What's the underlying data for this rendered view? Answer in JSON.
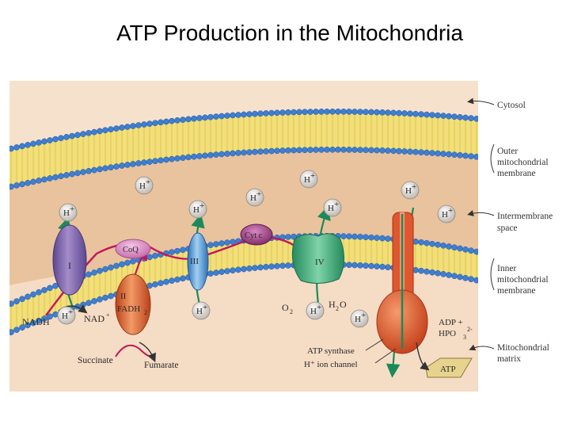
{
  "title": "ATP Production in the Mitochondria",
  "colors": {
    "cytosol": "#f6e2cc",
    "intermembrane": "#e9c39d",
    "matrix": "#f5dcc5",
    "lipid_head": "#3f7ed0",
    "lipid_tail": "#f2df7a",
    "electron_path": "#c2185b",
    "proton_arrow": "#1b8a5a",
    "complex_I": "#8a6db3",
    "complex_II": "#e0622e",
    "coq": "#d98bc2",
    "complex_III": "#5aa4de",
    "cytc": "#a33d8a",
    "complex_IV": "#3fae7d",
    "atp_synthase": "#e0562e",
    "atp_badge": "#e7d38d"
  },
  "side_labels": {
    "cytosol": [
      "Cytosol"
    ],
    "outer_membrane": [
      "Outer",
      "mitochondrial",
      "membrane"
    ],
    "intermembrane_space": [
      "Intermembrane",
      "space"
    ],
    "inner_membrane": [
      "Inner",
      "mitochondrial",
      "membrane"
    ],
    "matrix": [
      "Mitochondrial",
      "matrix"
    ]
  },
  "complexes": {
    "complex_I": "I",
    "complex_II": [
      "II",
      "FADH",
      "2"
    ],
    "coq": "CoQ",
    "complex_III": "III",
    "cytc": "Cyt c",
    "complex_IV": "IV"
  },
  "molecules": {
    "nadh": "NADH",
    "nad_plus": "NAD",
    "plus": "+",
    "succinate": "Succinate",
    "fumarate": "Fumarate",
    "o2": "O",
    "h2o_h": "H",
    "h2o_o": "O",
    "sub2": "2",
    "adp": "ADP +",
    "hpo": "HPO",
    "hpo_charge": "2-",
    "hpo_sub": "3",
    "atp": "ATP"
  },
  "atp_synthase_labels": [
    "ATP synthase",
    "H⁺ ion channel"
  ],
  "ions": {
    "proton": "H",
    "charge": "+"
  }
}
